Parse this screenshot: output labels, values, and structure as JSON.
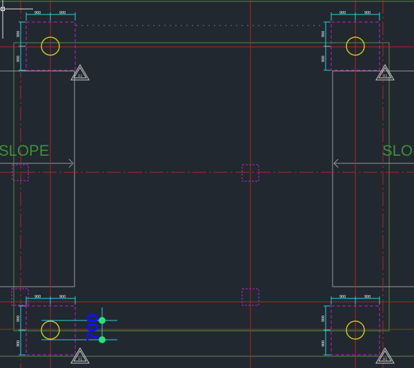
{
  "drawing": {
    "slope_label_left": "SLOPE",
    "slope_label_right": "SLO",
    "dimension_label": "700",
    "footing_dims": {
      "top_left": {
        "horizontal": [
          "900",
          "900"
        ],
        "vertical": [
          "900",
          "900"
        ]
      },
      "top_right": {
        "horizontal": [
          "900",
          "900"
        ],
        "vertical": [
          "900",
          "900"
        ]
      },
      "bottom_left": {
        "horizontal": [
          "900",
          "900"
        ],
        "vertical": [
          "900",
          "900"
        ]
      },
      "bottom_right": {
        "horizontal": [
          "900",
          "900"
        ],
        "vertical": [
          "900",
          "900"
        ]
      }
    },
    "footing_mark": "F1",
    "colors": {
      "background": "#212830",
      "grid_line": "#b5261c",
      "wall_outline": "#9a9a9a",
      "outer_boundary": "#5a8a4a",
      "footing_outline": "#c81ec8",
      "pile": "#d4c21a",
      "dimension": "#27d3e0",
      "dimension_text": "#1010ff",
      "grip": "#2be07a"
    }
  }
}
